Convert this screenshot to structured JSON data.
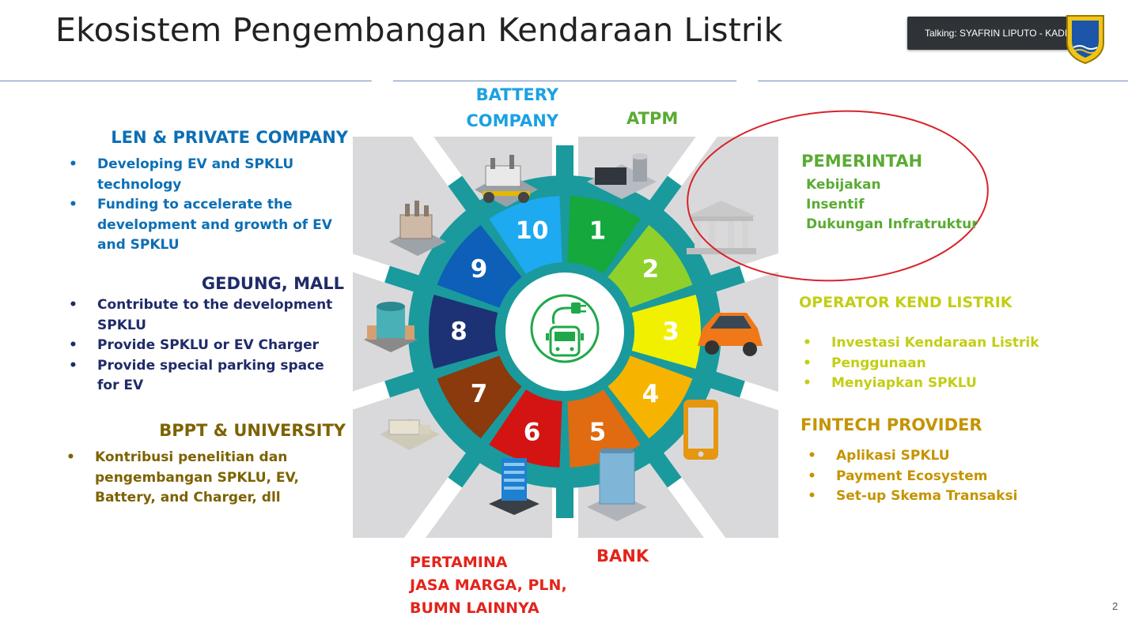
{
  "slide": {
    "title": "Ekosistem Pengembangan Kendaraan Listrik",
    "page_number": "2"
  },
  "meeting": {
    "talking_label": "Talking: SYAFRIN LIPUTO - KADISHU..."
  },
  "colors": {
    "teal": "#1a9a9c",
    "blue_text": "#0c6fb5",
    "navy_text": "#1f2b69",
    "olive_text": "#7d6200",
    "green_text": "#5aab34",
    "yellow_text": "#c2ce13",
    "gold_text": "#c59400",
    "red_text": "#e3241b",
    "cyan_text": "#1ba1e2",
    "ellipse_red": "#d8232a"
  },
  "wheel": {
    "center_icon": "ev-charging-bus-icon",
    "segments": [
      {
        "number": "1",
        "color": "#14a83d"
      },
      {
        "number": "2",
        "color": "#8fd12a"
      },
      {
        "number": "3",
        "color": "#f0f000"
      },
      {
        "number": "4",
        "color": "#f6b400"
      },
      {
        "number": "5",
        "color": "#e06b10"
      },
      {
        "number": "6",
        "color": "#d41313"
      },
      {
        "number": "7",
        "color": "#8a3a0c"
      },
      {
        "number": "8",
        "color": "#1c3274"
      },
      {
        "number": "9",
        "color": "#0d5fb8"
      },
      {
        "number": "10",
        "color": "#1eaaf0"
      }
    ],
    "tile_icons": [
      "factory-icon",
      "power-plant-icon",
      "bank-building-icon",
      "car-icon",
      "smartphone-icon",
      "office-tower-icon",
      "city-building-icon",
      "campus-building-icon",
      "mall-building-icon",
      "industrial-plant-icon"
    ]
  },
  "groups": {
    "battery_company": {
      "line1": "BATTERY",
      "line2": "COMPANY"
    },
    "atpm": {
      "header": "ATPM"
    },
    "len": {
      "header": "LEN & PRIVATE COMPANY",
      "items": [
        "Developing EV and SPKLU technology",
        "Funding to accelerate the development and growth of EV and SPKLU"
      ]
    },
    "gedung": {
      "header": "GEDUNG, MALL",
      "items": [
        "Contribute to the development SPKLU",
        "Provide SPKLU or EV Charger",
        "Provide special parking space for EV"
      ]
    },
    "bppt": {
      "header": "BPPT & UNIVERSITY",
      "items": [
        "Kontribusi penelitian dan pengembangan SPKLU, EV, Battery, and Charger, dll"
      ]
    },
    "pemerintah": {
      "header": "PEMERINTAH",
      "items": [
        "Kebijakan",
        "Insentif",
        "Dukungan Infratruktur"
      ]
    },
    "operator": {
      "header": "OPERATOR KEND LISTRIK",
      "items": [
        "Investasi Kendaraan Listrik",
        "Penggunaan",
        "Menyiapkan SPKLU"
      ]
    },
    "fintech": {
      "header": "FINTECH PROVIDER",
      "items": [
        "Aplikasi SPKLU",
        "Payment Ecosystem",
        "Set-up Skema Transaksi"
      ]
    },
    "pertamina": {
      "lines": [
        "PERTAMINA",
        "JASA MARGA, PLN,",
        "BUMN LAINNYA"
      ]
    },
    "bank": {
      "header": "BANK"
    }
  }
}
